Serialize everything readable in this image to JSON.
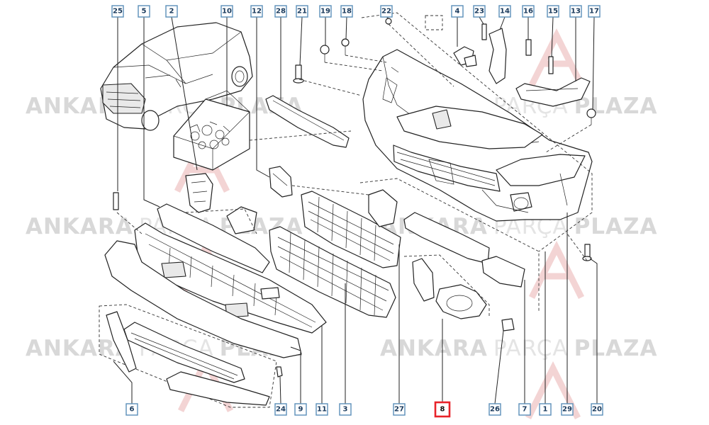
{
  "watermark": {
    "word1": "ANKARA",
    "word2": "PARÇA",
    "word3": "PLAZA",
    "colors": {
      "bold": "#d8d8d8",
      "light": "#e4e4e4",
      "logo": "#f3d4d4"
    }
  },
  "highlight_color": "#e8232a",
  "tag_border_color": "#5a8fb8",
  "highlighted_tag": "8",
  "top_tags": [
    "25",
    "5",
    "2",
    "10",
    "12",
    "28",
    "21",
    "19",
    "18",
    "22",
    "4",
    "23",
    "14",
    "16",
    "15",
    "13",
    "17"
  ],
  "bottom_tags": [
    "6",
    "24",
    "9",
    "11",
    "3",
    "27",
    "8",
    "26",
    "7",
    "1",
    "29",
    "20"
  ]
}
